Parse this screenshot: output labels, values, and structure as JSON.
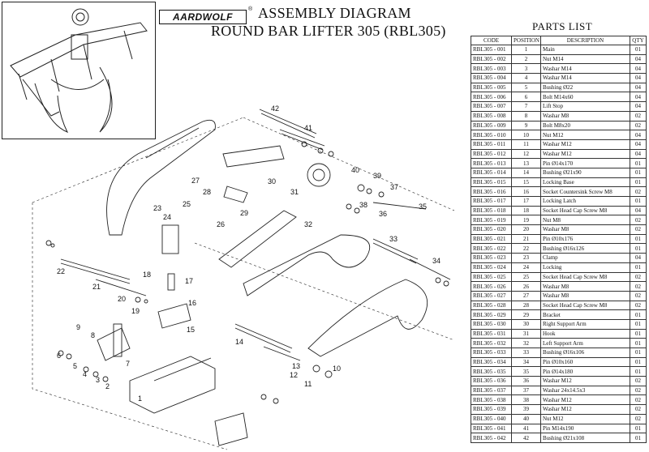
{
  "brand": {
    "logo_text": "AARDWOLF",
    "reg_mark": "®"
  },
  "header": {
    "title_line1": "ASSEMBLY DIAGRAM",
    "title_line2": "ROUND BAR LIFTER 305 (RBL305)"
  },
  "parts_list": {
    "title": "PARTS LIST",
    "columns": [
      "CODE",
      "POSITION",
      "DESCRIPTION",
      "QTY"
    ],
    "rows": [
      [
        "RBL305 - 001",
        "1",
        "Main",
        "01"
      ],
      [
        "RBL305 - 002",
        "2",
        "Nut M14",
        "04"
      ],
      [
        "RBL305 - 003",
        "3",
        "Washar M14",
        "04"
      ],
      [
        "RBL305 - 004",
        "4",
        "Washar M14",
        "04"
      ],
      [
        "RBL305 - 005",
        "5",
        "Bushing Ø22",
        "04"
      ],
      [
        "RBL305 - 006",
        "6",
        "Bolt M14x60",
        "04"
      ],
      [
        "RBL305 - 007",
        "7",
        "Lift Stop",
        "04"
      ],
      [
        "RBL305 - 008",
        "8",
        "Washar M8",
        "02"
      ],
      [
        "RBL305 - 009",
        "9",
        "Bolt M8x20",
        "02"
      ],
      [
        "RBL305 - 010",
        "10",
        "Nut M12",
        "04"
      ],
      [
        "RBL305 - 011",
        "11",
        "Washar M12",
        "04"
      ],
      [
        "RBL305 - 012",
        "12",
        "Washar M12",
        "04"
      ],
      [
        "RBL305 - 013",
        "13",
        "Pin Ø14x170",
        "01"
      ],
      [
        "RBL305 - 014",
        "14",
        "Bushing Ø21x90",
        "01"
      ],
      [
        "RBL305 - 015",
        "15",
        "Locking Base",
        "01"
      ],
      [
        "RBL305 - 016",
        "16",
        "Socket Countersink Screw M8",
        "02"
      ],
      [
        "RBL305 - 017",
        "17",
        "Locking Latch",
        "01"
      ],
      [
        "RBL305 - 018",
        "18",
        "Socket Head Cap Screw M8",
        "04"
      ],
      [
        "RBL305 - 019",
        "19",
        "Nut M8",
        "02"
      ],
      [
        "RBL305 - 020",
        "20",
        "Washar M8",
        "02"
      ],
      [
        "RBL305 - 021",
        "21",
        "Pin Ø10x176",
        "01"
      ],
      [
        "RBL305 - 022",
        "22",
        "Bushing Ø16x126",
        "01"
      ],
      [
        "RBL305 - 023",
        "23",
        "Clamp",
        "04"
      ],
      [
        "RBL305 - 024",
        "24",
        "Locking",
        "01"
      ],
      [
        "RBL305 - 025",
        "25",
        "Socket Head Cap Screw M8",
        "02"
      ],
      [
        "RBL305 - 026",
        "26",
        "Washar M8",
        "02"
      ],
      [
        "RBL305 - 027",
        "27",
        "Washar M8",
        "02"
      ],
      [
        "RBL305 - 028",
        "28",
        "Socket Head Cap Screw M8",
        "02"
      ],
      [
        "RBL305 - 029",
        "29",
        "Bracket",
        "01"
      ],
      [
        "RBL305 - 030",
        "30",
        "Right Support Arm",
        "01"
      ],
      [
        "RBL305 - 031",
        "31",
        "Hook",
        "01"
      ],
      [
        "RBL305 - 032",
        "32",
        "Left Support Arm",
        "01"
      ],
      [
        "RBL305 - 033",
        "33",
        "Bushing Ø16x106",
        "01"
      ],
      [
        "RBL305 - 034",
        "34",
        "Pin Ø10x160",
        "01"
      ],
      [
        "RBL305 - 035",
        "35",
        "Pin Ø14x180",
        "01"
      ],
      [
        "RBL305 - 036",
        "36",
        "Washar M12",
        "02"
      ],
      [
        "RBL305 - 037",
        "37",
        "Washar 24x14.5x3",
        "02"
      ],
      [
        "RBL305 - 038",
        "38",
        "Washar M12",
        "02"
      ],
      [
        "RBL305 - 039",
        "39",
        "Washar M12",
        "02"
      ],
      [
        "RBL305 - 040",
        "40",
        "Nut M12",
        "02"
      ],
      [
        "RBL305 - 041",
        "41",
        "Pin M14x190",
        "01"
      ],
      [
        "RBL305 - 042",
        "42",
        "Bushing Ø21x108",
        "01"
      ]
    ]
  },
  "callouts": [
    "1",
    "2",
    "3",
    "4",
    "5",
    "6",
    "7",
    "8",
    "9",
    "10",
    "11",
    "12",
    "13",
    "14",
    "15",
    "16",
    "17",
    "18",
    "19",
    "20",
    "21",
    "22",
    "23",
    "24",
    "25",
    "26",
    "27",
    "28",
    "29",
    "30",
    "31",
    "32",
    "33",
    "34",
    "35",
    "36",
    "37",
    "38",
    "39",
    "40",
    "41",
    "42"
  ]
}
